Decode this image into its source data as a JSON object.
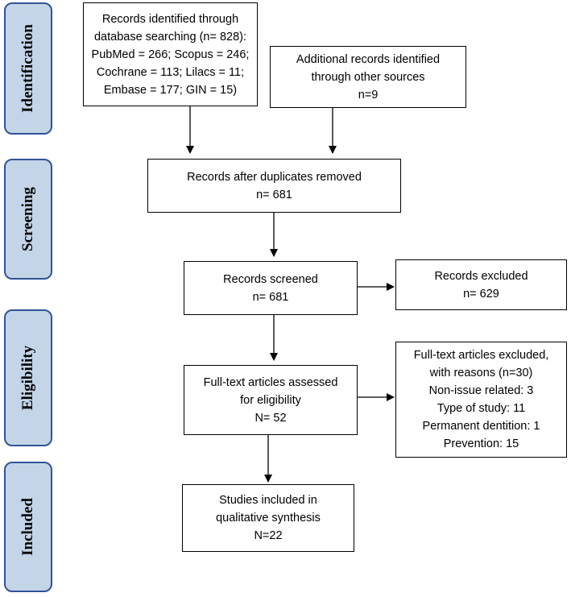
{
  "phases": {
    "identification": "Identification",
    "screening": "Screening",
    "eligibility": "Eligibility",
    "included": "Included"
  },
  "boxes": {
    "database_search": {
      "lines": [
        "Records identified through",
        "database searching (n= 828):",
        "PubMed = 266; Scopus = 246;",
        "Cochrane = 113; Lilacs = 11;",
        "Embase = 177; GIN = 15)"
      ]
    },
    "other_sources": {
      "lines": [
        "Additional records identified",
        "through other sources",
        "n=9"
      ]
    },
    "after_duplicates": {
      "lines": [
        "Records after duplicates removed",
        "n= 681"
      ]
    },
    "screened": {
      "lines": [
        "Records screened",
        "n= 681"
      ]
    },
    "excluded": {
      "lines": [
        "Records excluded",
        "n= 629"
      ]
    },
    "fulltext_assessed": {
      "lines": [
        "Full-text articles assessed",
        "for eligibility",
        "N= 52"
      ]
    },
    "fulltext_excluded": {
      "lines": [
        "Full-text articles excluded,",
        "with reasons (n=30)",
        "Non-issue related: 3",
        "Type of study: 11",
        "Permanent dentition: 1",
        "Prevention: 15"
      ]
    },
    "included": {
      "lines": [
        "Studies included in",
        "qualitative synthesis",
        "N=22"
      ]
    }
  }
}
